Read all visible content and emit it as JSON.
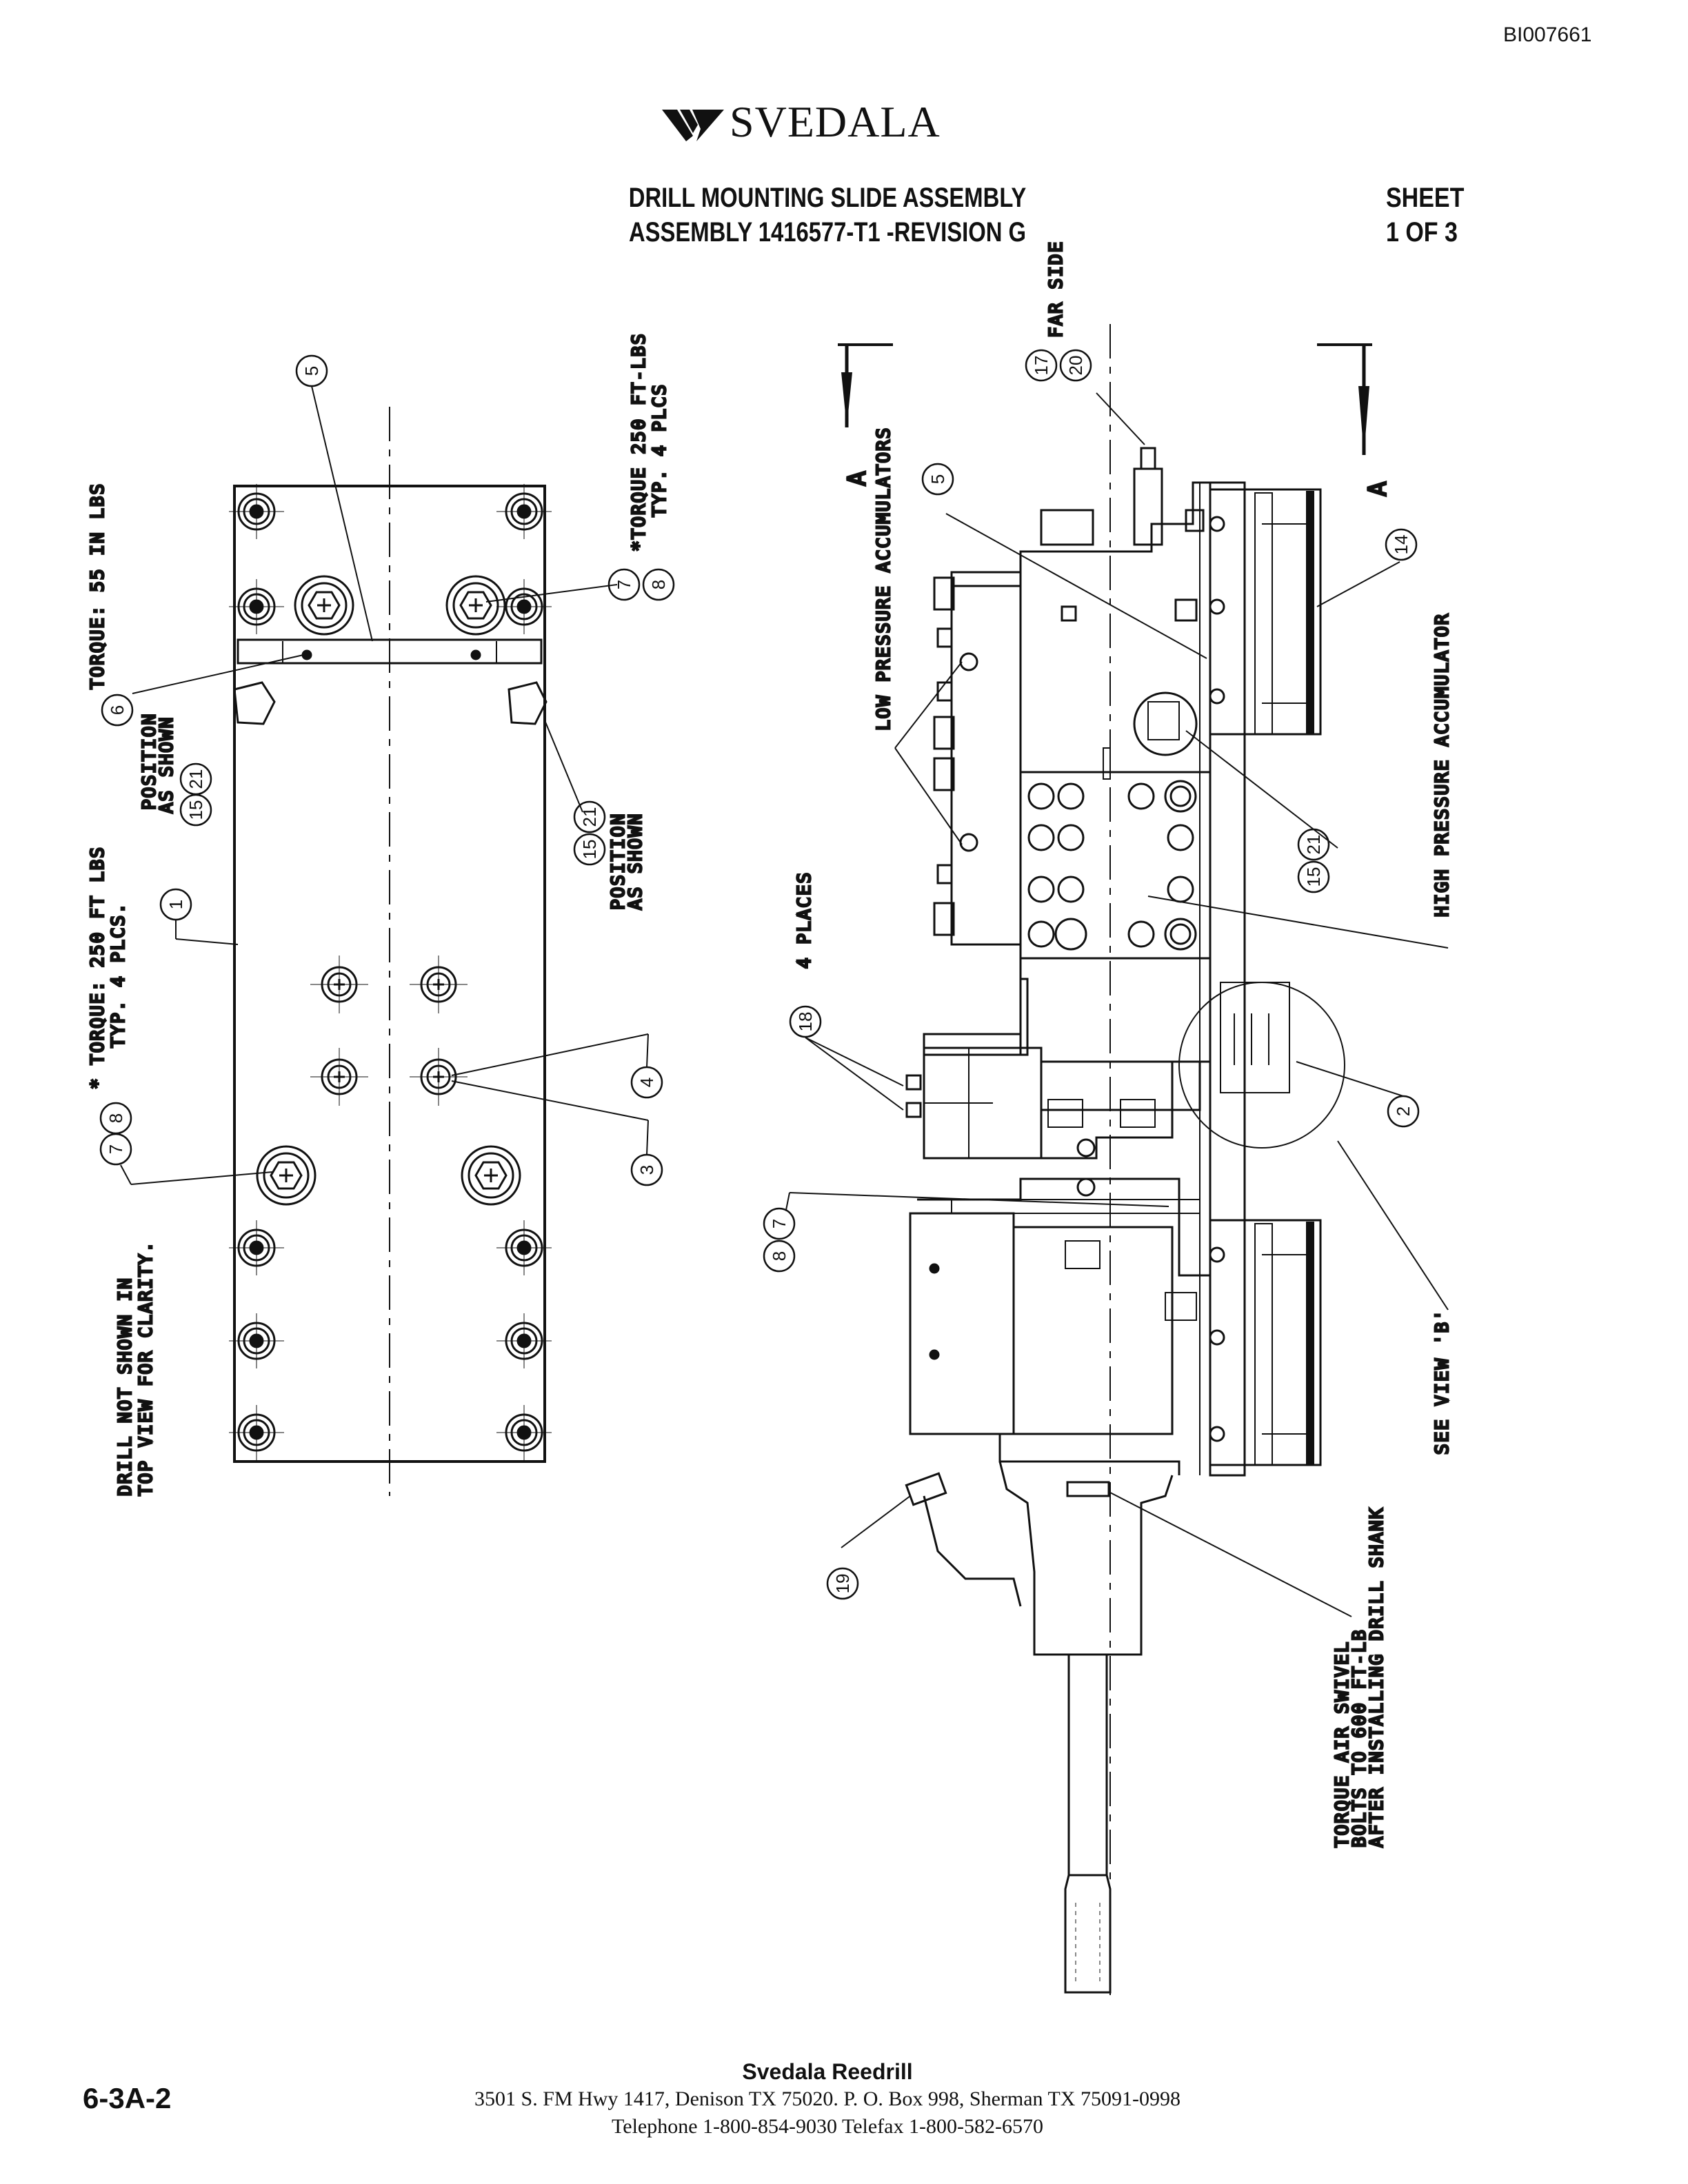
{
  "doc_id": "BI007661",
  "brand": "SVEDALA",
  "title": {
    "line1": "DRILL MOUNTING SLIDE ASSEMBLY",
    "line2": "ASSEMBLY 1416577-T1 -REVISION G"
  },
  "sheet": {
    "line1": "SHEET",
    "line2": "1 OF 3"
  },
  "page_number": "6-3A-2",
  "footer": {
    "company": "Svedala Reedrill",
    "address": "3501 S. FM Hwy 1417, Denison TX  75020.    P. O. Box 998, Sherman TX  75091-0998",
    "phone": "Telephone 1-800-854-9030 Telefax 1-800-582-6570"
  },
  "notes": {
    "torque_55": "TORQUE: 55 IN LBS",
    "torque_250_left_1": "* TORQUE: 250 FT LBS",
    "torque_250_left_2": "TYP. 4 PLCS.",
    "torque_250_top_1": "*TORQUE 250 FT-LBS",
    "torque_250_top_2": "TYP. 4 PLCS",
    "drill_note_1": "DRILL NOT SHOWN IN",
    "drill_note_2": "TOP VIEW FOR CLARITY.",
    "position_1": "POSITION",
    "position_2": "AS SHOWN",
    "far_side": "FAR SIDE",
    "low_pressure": "LOW PRESSURE ACCUMULATORS",
    "high_pressure": "HIGH PRESSURE ACCUMULATOR",
    "four_places": "4 PLACES",
    "see_view": "SEE VIEW 'B'",
    "torque_swivel_1": "TORQUE AIR SWIVEL",
    "torque_swivel_2": "BOLTS TO 600 FT-LB",
    "torque_swivel_3": "AFTER INSTALLING DRILL SHANK",
    "section_mark": "A"
  },
  "balloons": {
    "b1": "1",
    "b2": "2",
    "b3": "3",
    "b4": "4",
    "b5": "5",
    "b6": "6",
    "b7": "7",
    "b8": "8",
    "b14": "14",
    "b15": "15",
    "b17": "17",
    "b18": "18",
    "b19": "19",
    "b20": "20",
    "b21": "21"
  }
}
